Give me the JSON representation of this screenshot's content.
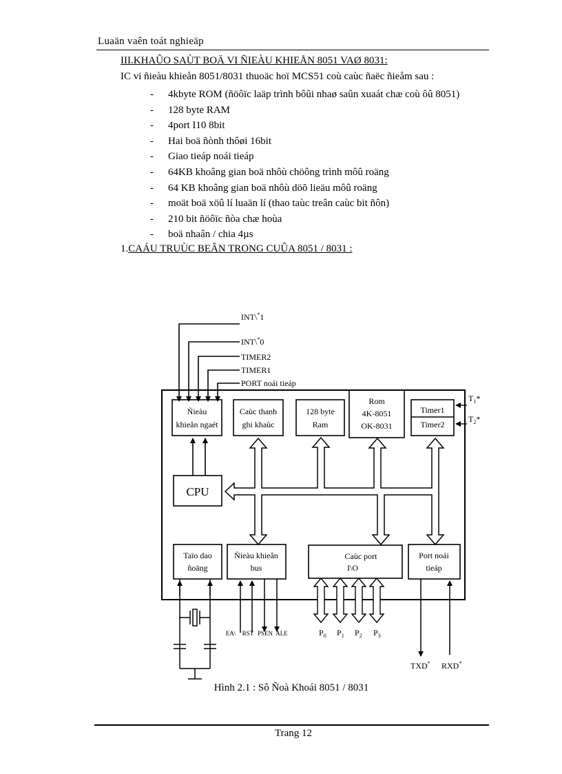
{
  "header": {
    "text": "Luaän vaên toát nghieäp"
  },
  "section": {
    "title": "III.KHAÛO SAÙT BOÄ VI ÑIEÀU KHIEÅN 8051 VAØ 8031:",
    "intro": "IC vi ñieàu khieån 8051/8031 thuoäc hoï MCS51 coù caùc ñaëc ñieåm sau :",
    "features": [
      "4kbyte ROM (ñöôïc laäp trình bôûi nhaø saûn xuaát chæ coù ôû 8051)",
      "128 byte RAM",
      "4port I10 8bit",
      "Hai boä ñònh thôøi 16bit",
      "Giao tieáp noái tieáp",
      "64KB khoâng gian boä nhôù chöông trình môû roäng",
      "64 KB khoâng gian boä nhôù döõ lieäu môû roäng",
      "moät boä xöû lí luaän lí (thao taùc treân caùc bit ñôn)",
      "210 bit ñöôïc ñòa chæ hoùa",
      "boä nhaân / chia 4µs"
    ],
    "subsection_num": "1.",
    "subsection_title": "CAÁU TRUÙC BEÂN TRONG CUÛA 8051 / 8031 :"
  },
  "diagram": {
    "signals": [
      "INT\\",
      "1",
      "INT\\",
      "0",
      "TIMER2",
      "TIMER1",
      "PORT noái tieáp"
    ],
    "star": "*",
    "blocks": {
      "interrupt": [
        "Ñieàu",
        "khieån ngaét"
      ],
      "registers": [
        "Caùc thanh",
        "ghi khaùc"
      ],
      "ram": [
        "128 byte",
        "Ram"
      ],
      "rom": [
        "Rom",
        "4K-8051",
        "OK-8031"
      ],
      "timer1": "Timer1",
      "timer2": "Timer2",
      "cpu": "CPU",
      "oscillator": [
        "Taïo dao",
        "ñoäng"
      ],
      "bus_control": [
        "Ñieàu khieån",
        "bus"
      ],
      "io_ports": [
        "Caùc port",
        "I\\O"
      ],
      "serial": [
        "Port noái",
        "tieáp"
      ]
    },
    "timer_inputs": [
      {
        "main": "T",
        "sub": "1",
        "sup": "*"
      },
      {
        "main": "T",
        "sub": "2",
        "sup": "*"
      }
    ],
    "bus_pins": [
      "EA\\",
      "RST",
      "PSEN",
      "ALE"
    ],
    "ports": [
      {
        "main": "P",
        "sub": "0"
      },
      {
        "main": "P",
        "sub": "1"
      },
      {
        "main": "P",
        "sub": "2"
      },
      {
        "main": "P",
        "sub": "3"
      }
    ],
    "serial_pins": [
      {
        "main": "TXD",
        "sup": "*"
      },
      {
        "main": "RXD",
        "sup": "*"
      }
    ]
  },
  "caption": "Hình 2.1 : Sô Ñoà Khoái 8051 / 8031",
  "footer": {
    "page": "Trang 12"
  }
}
